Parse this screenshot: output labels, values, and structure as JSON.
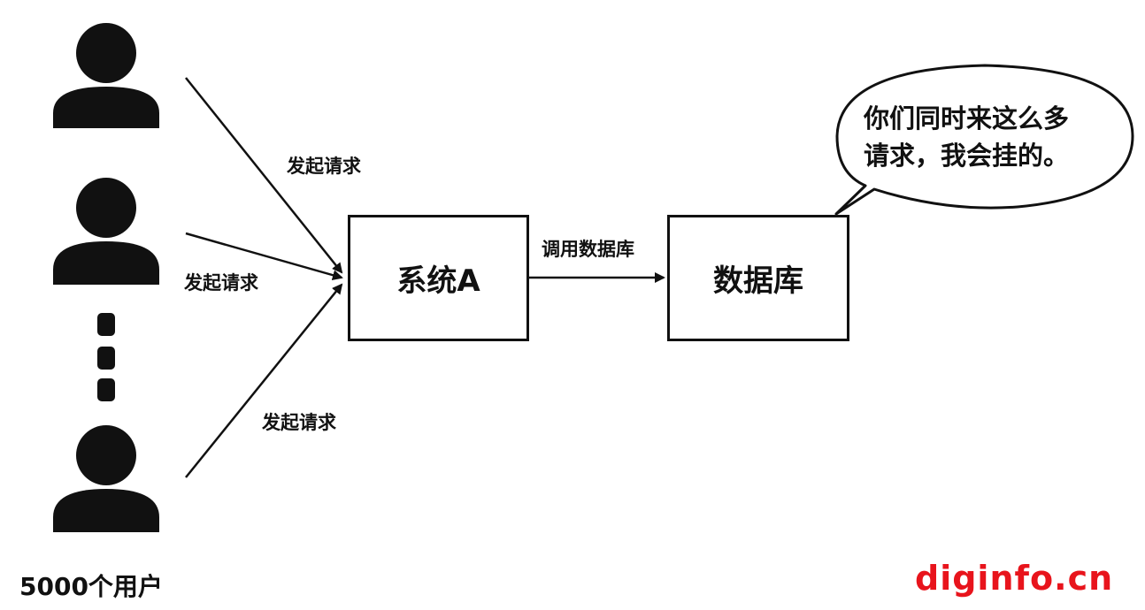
{
  "users": {
    "count_label": "5000个用户",
    "icon": "person-icon"
  },
  "requests": {
    "top_label": "发起请求",
    "middle_label": "发起请求",
    "bottom_label": "发起请求"
  },
  "system_box": {
    "label": "系统A"
  },
  "db_call": {
    "label": "调用数据库"
  },
  "database_box": {
    "label": "数据库"
  },
  "speech_bubble": {
    "line1": "你们同时来这么多",
    "line2": "请求，我会挂的。"
  },
  "watermark": {
    "text": "diginfo.cn",
    "color": "#e8141c"
  }
}
